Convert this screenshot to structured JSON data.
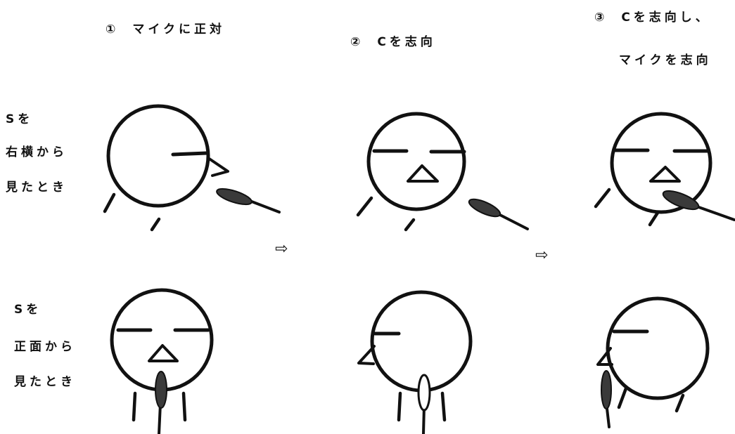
{
  "columns": [
    {
      "number": "①",
      "label": "マイクに正対"
    },
    {
      "number": "②",
      "label": "Cを志向"
    },
    {
      "number": "③",
      "label_line1": "Cを志向し、",
      "label_line2": "マイクを志向"
    }
  ],
  "rows": [
    {
      "label_line1": "Sを",
      "label_line2": "右横から",
      "label_line3": "見たとき"
    },
    {
      "label_line1": "Sを",
      "label_line2": "正面から",
      "label_line3": "見たとき"
    }
  ],
  "arrows": [
    "⇨",
    "⇨"
  ]
}
